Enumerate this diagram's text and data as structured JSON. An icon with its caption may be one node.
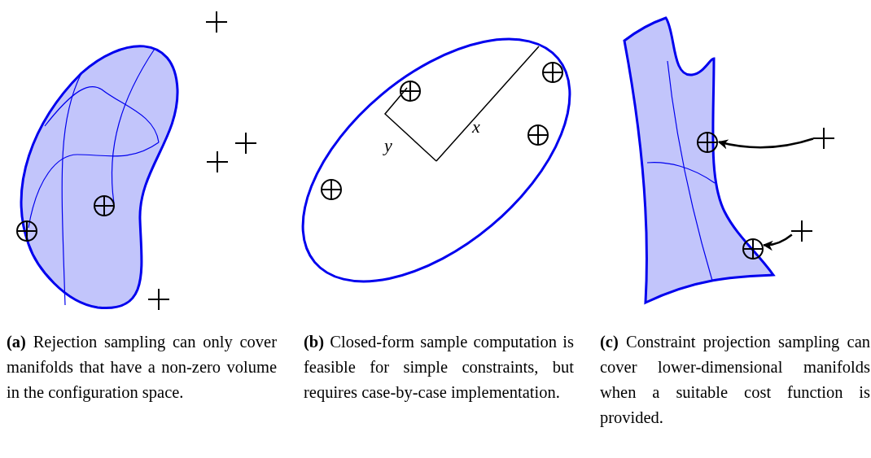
{
  "diagram": {
    "nodes": [
      {
        "text": [],
        "shape": "cross"
      },
      {
        "text": [],
        "shape": "circle"
      },
      {
        "text": [],
        "shape": "cross"
      },
      {
        "text": [],
        "shape": "circle"
      }
    ],
    "edges": [
      {
        "from": 0,
        "to": 1,
        "arrow": "to"
      },
      {
        "from": 2,
        "to": 3,
        "arrow": "to"
      }
    ],
    "labels": [
      "x",
      "y",
      "**(a)** Rejection sampling can only cover manifolds that have a non-zero volume in the configuration space.",
      "**(b)** Closed-form sample computation is feasible for simple constraints, but requires case-by-case implementation.",
      "**(c)** Constraint projection sampling can cover lower-dimensional manifolds when a suitable cost function is provided."
    ]
  }
}
